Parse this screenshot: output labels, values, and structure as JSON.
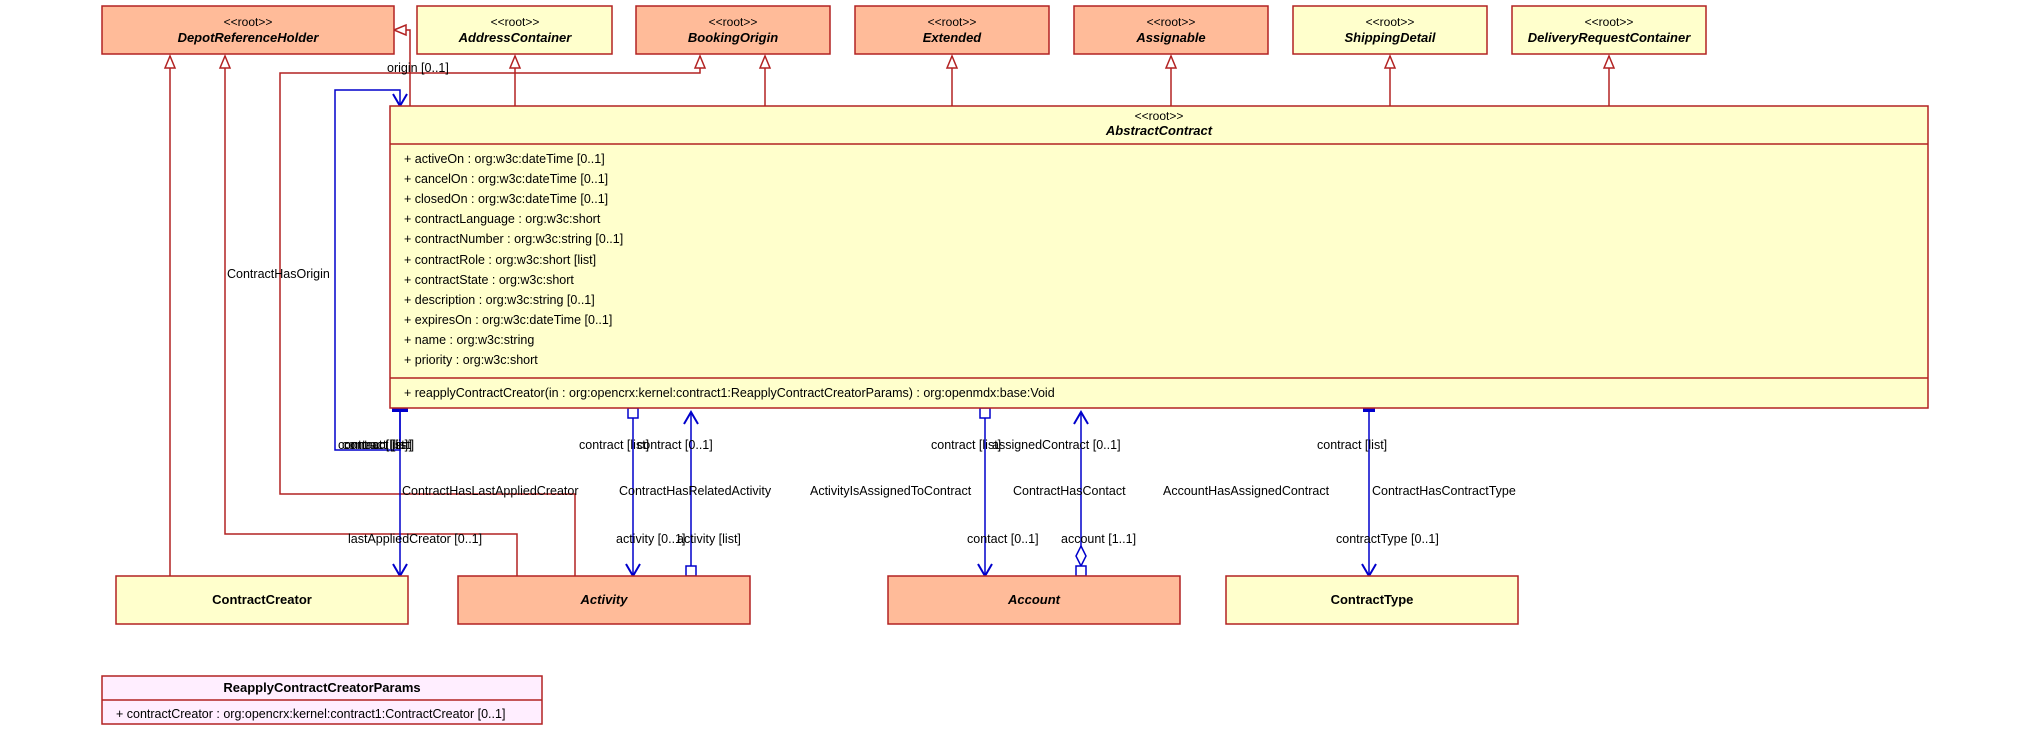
{
  "stereotype": "<<root>>",
  "classes": {
    "depot_reference_holder": "DepotReferenceHolder",
    "address_container": "AddressContainer",
    "booking_origin": "BookingOrigin",
    "extended": "Extended",
    "assignable": "Assignable",
    "shipping_detail": "ShippingDetail",
    "delivery_request_container": "DeliveryRequestContainer",
    "abstract_contract": "AbstractContract",
    "contract_creator": "ContractCreator",
    "activity": "Activity",
    "account": "Account",
    "contract_type": "ContractType",
    "reapply_params": "ReapplyContractCreatorParams"
  },
  "abstract_contract_attributes": [
    "+ activeOn : org:w3c:dateTime [0..1]",
    "+ cancelOn : org:w3c:dateTime [0..1]",
    "+ closedOn : org:w3c:dateTime [0..1]",
    "+ contractLanguage : org:w3c:short",
    "+ contractNumber : org:w3c:string [0..1]",
    "+ contractRole : org:w3c:short [list]",
    "+ contractState : org:w3c:short",
    "+ description : org:w3c:string [0..1]",
    "+ expiresOn : org:w3c:dateTime [0..1]",
    "+ name : org:w3c:string",
    "+ priority : org:w3c:short"
  ],
  "abstract_contract_operation": "+ reapplyContractCreator(in : org:opencrx:kernel:contract1:ReapplyContractCreatorParams) : org:openmdx:base:Void",
  "reapply_params_attribute": "+ contractCreator : org:opencrx:kernel:contract1:ContractCreator [0..1]",
  "associations": {
    "contract_has_origin": "ContractHasOrigin",
    "contract_has_last_applied_creator": "ContractHasLastAppliedCreator",
    "contract_has_related_activity": "ContractHasRelatedActivity",
    "activity_is_assigned_to_contract": "ActivityIsAssignedToContract",
    "contract_has_contact": "ContractHasContact",
    "account_has_assigned_contract": "AccountHasAssignedContract",
    "contract_has_contract_type": "ContractHasContractType"
  },
  "role_labels": {
    "origin": "origin [0..1]",
    "contract_list_overlap": "contract [list]",
    "contract_list_2": "contract [list]",
    "contract_list_3": "contract [list]",
    "contract_01_activity": "contract [0..1]",
    "contract_list_act": "contract [list]",
    "contract_list_account": "contract [list]",
    "assigned_contract": "assignedContract [0..1]",
    "contract_list_type": "contract [list]",
    "last_applied_creator": "lastAppliedCreator [0..1]",
    "activity_01": "activity [0..1]",
    "activity_list": "activity [list]",
    "contact": "contact [0..1]",
    "account": "account [1..1]",
    "contract_type": "contractType [0..1]"
  }
}
